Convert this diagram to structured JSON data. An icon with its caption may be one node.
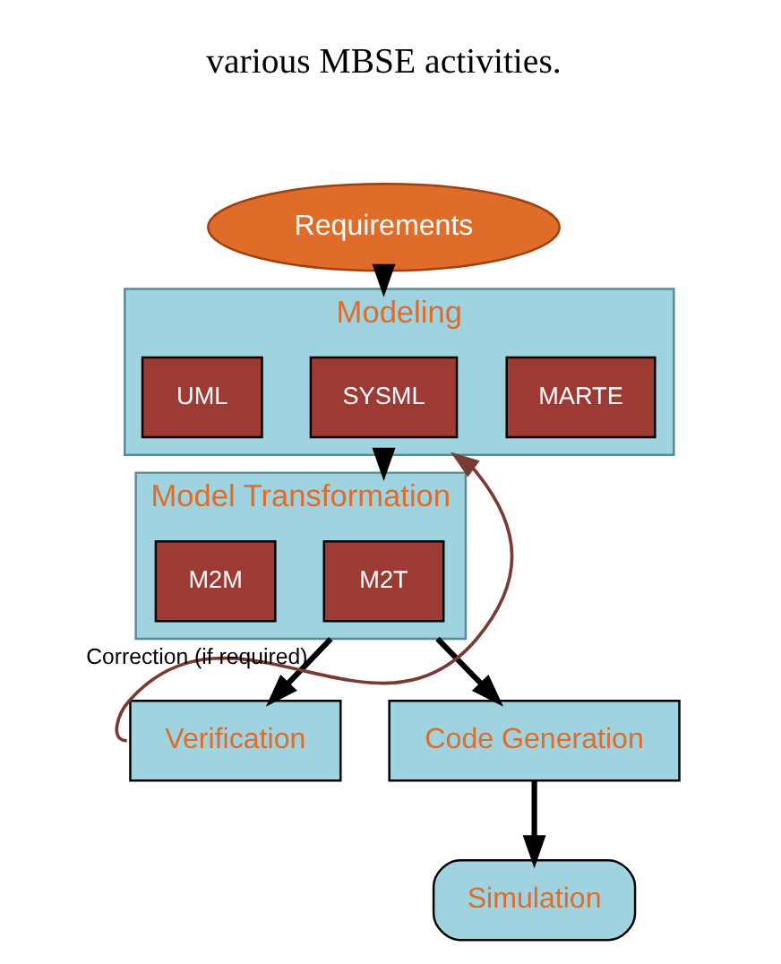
{
  "diagram": {
    "nodes": [
      {
        "text": [
          "Requirements"
        ]
      },
      {
        "text": [
          "Modeling"
        ]
      },
      {
        "text": [
          "UML"
        ],
        "in": 1
      },
      {
        "text": [
          "SYSML"
        ],
        "in": 1
      },
      {
        "text": [
          "MARTE"
        ],
        "in": 1
      },
      {
        "text": [
          "Model Transformation"
        ]
      },
      {
        "text": [
          "M2M"
        ],
        "in": 5
      },
      {
        "text": [
          "M2T"
        ],
        "in": 5
      },
      {
        "text": [
          "Verification"
        ]
      },
      {
        "text": [
          "Code Generation"
        ]
      },
      {
        "text": [
          "Simulation"
        ]
      }
    ],
    "edges": [
      {
        "from": 0,
        "to": 1,
        "arrow": "to"
      },
      {
        "from": 1,
        "to": 5,
        "arrow": "to"
      },
      {
        "from": 5,
        "to": 8,
        "arrow": "to"
      },
      {
        "from": 5,
        "to": 9,
        "arrow": "to"
      },
      {
        "from": 9,
        "to": 10,
        "arrow": "to"
      },
      {
        "from": 8,
        "to": 1,
        "arrow": "to",
        "label": "Correction (if required)",
        "color": "#7b3b35"
      }
    ],
    "labels": [
      "various MBSE activities."
    ]
  }
}
